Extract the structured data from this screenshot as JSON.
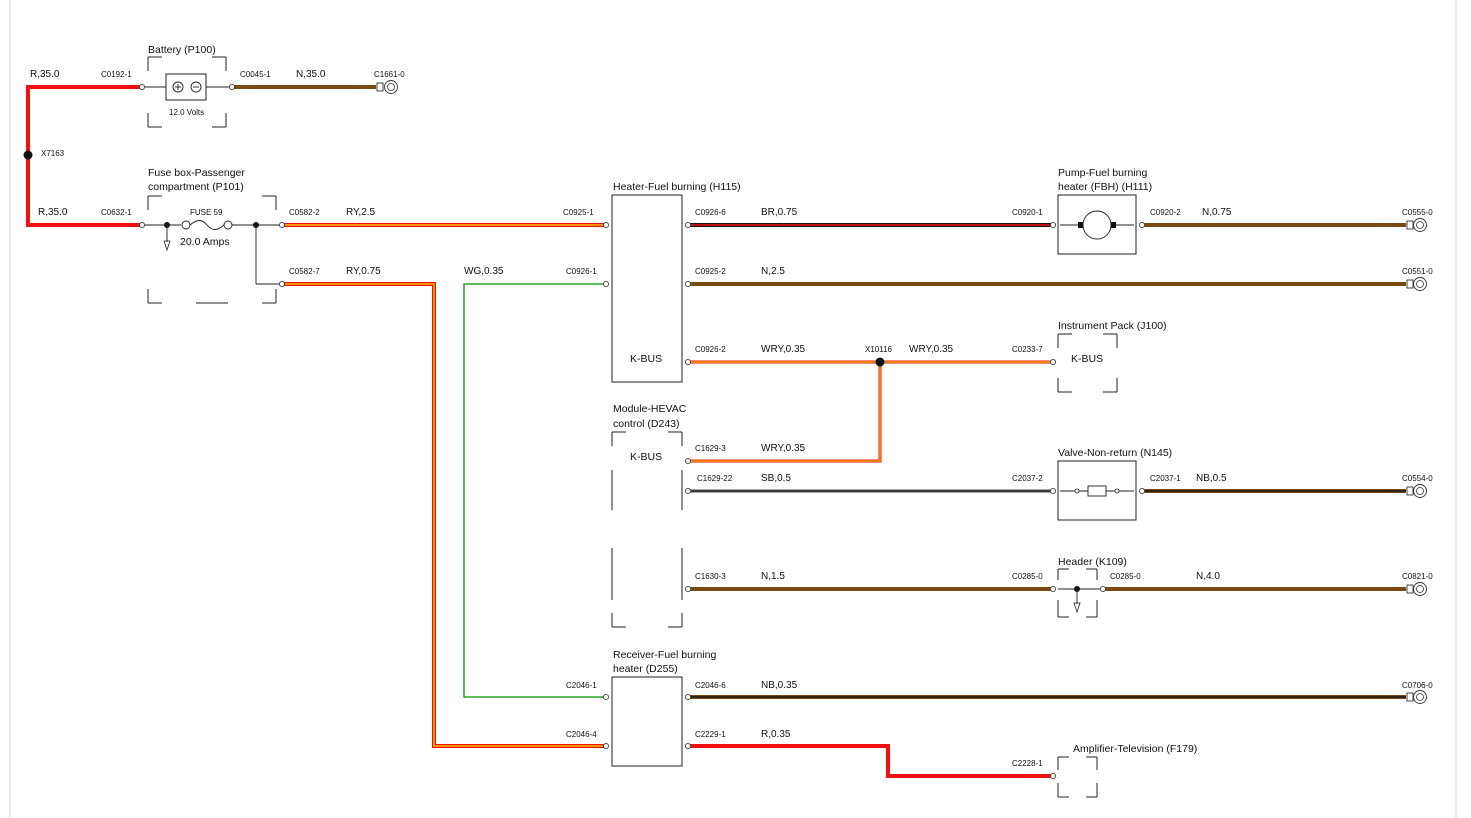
{
  "colors": {
    "R": "#f01010",
    "N": "#7a4a12",
    "G": "#2aa52a",
    "W": "#ffffff",
    "Y": "#f2c000",
    "B": "#141414",
    "S": "#a8a8a8"
  },
  "components": {
    "battery": {
      "name": "Battery (P100)",
      "voltage": "12.0 Volts"
    },
    "fusebox": {
      "name_line1": "Fuse box-Passenger",
      "name_line2": "compartment (P101)",
      "fuse_name": "FUSE 59",
      "fuse_rating": "20.0 Amps"
    },
    "heater": {
      "name": "Heater-Fuel burning (H115)",
      "bus": "K-BUS"
    },
    "hevac": {
      "name_line1": "Module-HEVAC",
      "name_line2": "control (D243)",
      "bus": "K-BUS"
    },
    "receiver": {
      "name_line1": "Receiver-Fuel burning",
      "name_line2": "heater (D255)"
    },
    "pump": {
      "name_line1": "Pump-Fuel burning",
      "name_line2": "heater (FBH) (H111)"
    },
    "instrument": {
      "name": "Instrument Pack (J100)",
      "bus": "K-BUS"
    },
    "valve": {
      "name": "Valve-Non-return (N145)"
    },
    "header": {
      "name": "Header (K109)"
    },
    "amplifier": {
      "name": "Amplifier-Television (F179)"
    }
  },
  "splices": [
    "X7163",
    "X10116"
  ],
  "connectors": [
    "C0192-1",
    "C0045-1",
    "C1661-0",
    "C0632-1",
    "C0582-2",
    "C0582-7",
    "C0925-1",
    "C0926-1",
    "C0926-6",
    "C0920-1",
    "C0920-2",
    "C0555-0",
    "C0925-2",
    "C0551-0",
    "C0926-2",
    "C0233-7",
    "C1629-3",
    "C1629-22",
    "C2037-2",
    "C2037-1",
    "C0554-0",
    "C1630-3",
    "C0285-0",
    "C0821-0",
    "C2046-1",
    "C2046-6",
    "C0706-0",
    "C2046-4",
    "C2229-1",
    "C2228-1"
  ],
  "wires": [
    {
      "id": "w_batt_pos",
      "label": "R,35.0",
      "colors": [
        "R"
      ]
    },
    {
      "id": "w_batt_neg",
      "label": "N,35.0",
      "colors": [
        "N"
      ]
    },
    {
      "id": "w_fuse_feed",
      "label": "R,35.0",
      "colors": [
        "R"
      ]
    },
    {
      "id": "w_ry25",
      "label": "RY,2.5",
      "colors": [
        "R",
        "Y"
      ]
    },
    {
      "id": "w_ry075",
      "label": "RY,0.75",
      "colors": [
        "R",
        "Y"
      ]
    },
    {
      "id": "w_wg035",
      "label": "WG,0.35",
      "colors": [
        "W",
        "G"
      ]
    },
    {
      "id": "w_br075",
      "label": "BR,0.75",
      "colors": [
        "B",
        "R"
      ]
    },
    {
      "id": "w_n075",
      "label": "N,0.75",
      "colors": [
        "N"
      ]
    },
    {
      "id": "w_n25",
      "label": "N,2.5",
      "colors": [
        "N"
      ]
    },
    {
      "id": "w_wry1",
      "label": "WRY,0.35",
      "colors": [
        "W",
        "R",
        "Y"
      ]
    },
    {
      "id": "w_wry2",
      "label": "WRY,0.35",
      "colors": [
        "W",
        "R",
        "Y"
      ]
    },
    {
      "id": "w_wry3",
      "label": "WRY,0.35",
      "colors": [
        "W",
        "R",
        "Y"
      ]
    },
    {
      "id": "w_sb05",
      "label": "SB,0.5",
      "colors": [
        "S",
        "B"
      ]
    },
    {
      "id": "w_nb05",
      "label": "NB,0.5",
      "colors": [
        "N",
        "B"
      ]
    },
    {
      "id": "w_n15",
      "label": "N,1.5",
      "colors": [
        "N"
      ]
    },
    {
      "id": "w_n40",
      "label": "N,4.0",
      "colors": [
        "N"
      ]
    },
    {
      "id": "w_nb035",
      "label": "NB,0.35",
      "colors": [
        "N",
        "B"
      ]
    },
    {
      "id": "w_r035",
      "label": "R,0.35",
      "colors": [
        "R"
      ]
    }
  ]
}
